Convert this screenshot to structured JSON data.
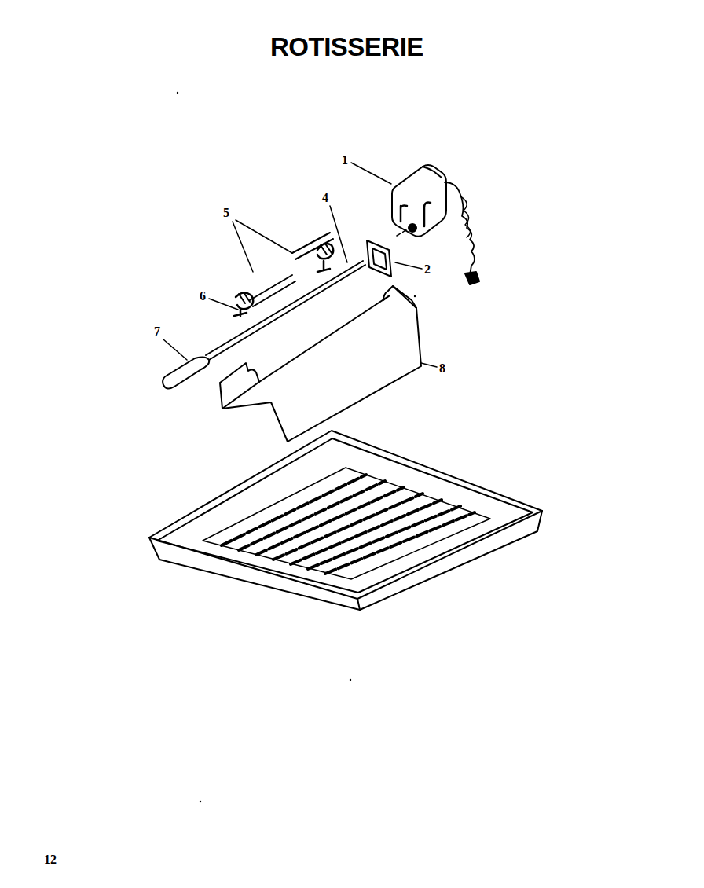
{
  "diagram": {
    "title": "ROTISSERIE",
    "labels": [
      "1",
      "2",
      "4",
      "5",
      "6",
      "7",
      "8",
      "12"
    ]
  }
}
